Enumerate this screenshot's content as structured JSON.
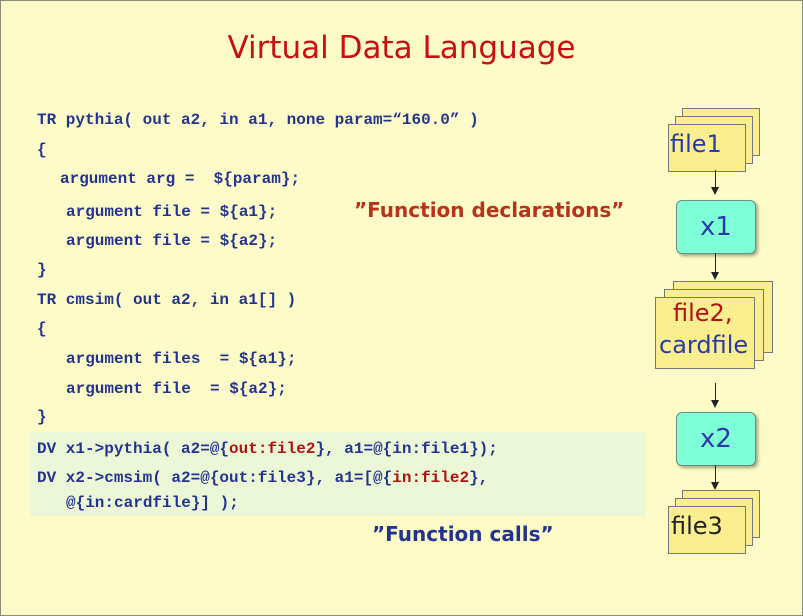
{
  "title": "Virtual Data Language",
  "code": {
    "tr1_header": "TR pythia( out a2, in a1, none param=“160.0” )",
    "tr1_open": "{",
    "tr1_arg1": "argument arg =  ${param};",
    "tr1_arg2": "argument file = ${a1};",
    "tr1_arg3": "argument file = ${a2};",
    "tr1_close": "}",
    "tr2_header": "TR cmsim( out a2, in a1[] )",
    "tr2_open": "{",
    "tr2_arg1": "argument files  = ${a1};",
    "tr2_arg2": "argument file  = ${a2};",
    "tr2_close": "}",
    "dv1_pre": "DV x1->pythia( a2=@{",
    "dv1_out": "out:file2",
    "dv1_post": "}, a1=@{in:file1});",
    "dv2_pre": "DV x2->cmsim( a2=@{out:file3}, a1=[@{",
    "dv2_in": "in:file2",
    "dv2_post": "},",
    "dv2_cont": "@{in:cardfile}] );"
  },
  "notes": {
    "declarations": "”Function declarations”",
    "calls": "”Function calls”"
  },
  "flow": {
    "file1": "file1",
    "x1": "x1",
    "file2_line1": "file2,",
    "file2_line2": "cardfile",
    "x2": "x2",
    "file3": "file3"
  },
  "colors": {
    "background": "#fdfcc8",
    "code_blue": "#24348e",
    "title_red": "#c81010",
    "node_fill": "#7fffd8",
    "doc_fill": "#fbee8f"
  }
}
